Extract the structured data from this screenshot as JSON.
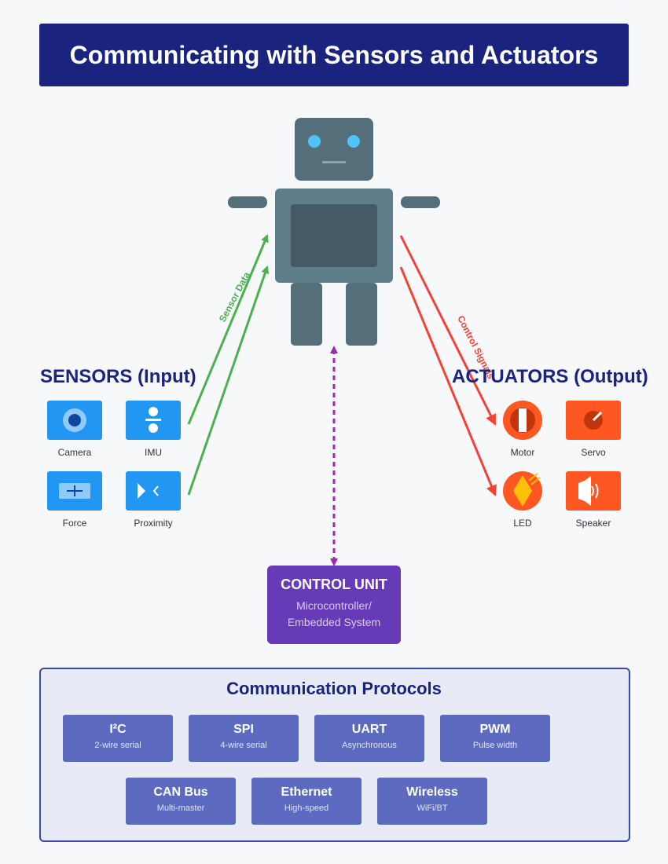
{
  "title": "Communicating with Sensors and Actuators",
  "sensors": {
    "heading": "SENSORS (Input)",
    "items": [
      {
        "label": "Camera",
        "icon": "camera-icon"
      },
      {
        "label": "IMU",
        "icon": "imu-icon"
      },
      {
        "label": "Force",
        "icon": "force-icon"
      },
      {
        "label": "Proximity",
        "icon": "proximity-icon"
      }
    ]
  },
  "actuators": {
    "heading": "ACTUATORS (Output)",
    "items": [
      {
        "label": "Motor",
        "icon": "motor-icon"
      },
      {
        "label": "Servo",
        "icon": "servo-icon"
      },
      {
        "label": "LED",
        "icon": "led-icon"
      },
      {
        "label": "Speaker",
        "icon": "speaker-icon"
      }
    ]
  },
  "arrows": {
    "sensor_label": "Sensor Data",
    "actuator_label": "Control Signals"
  },
  "control_unit": {
    "title": "CONTROL UNIT",
    "line1": "Microcontroller/",
    "line2": "Embedded System"
  },
  "protocols": {
    "title": "Communication Protocols",
    "items": [
      {
        "name": "I²C",
        "desc": "2-wire serial"
      },
      {
        "name": "SPI",
        "desc": "4-wire serial"
      },
      {
        "name": "UART",
        "desc": "Asynchronous"
      },
      {
        "name": "PWM",
        "desc": "Pulse width"
      },
      {
        "name": "CAN Bus",
        "desc": "Multi-master"
      },
      {
        "name": "Ethernet",
        "desc": "High-speed"
      },
      {
        "name": "Wireless",
        "desc": "WiFi/BT"
      }
    ]
  },
  "colors": {
    "title_bg": "#1a237e",
    "sensor_tile": "#2196f3",
    "actuator_tile": "#ff5722",
    "sensor_arrow": "#4caf50",
    "actuator_arrow": "#f44336",
    "control_unit": "#673ab7",
    "link_arrow": "#9c27b0",
    "protocol_tile": "#5c6bc0",
    "robot_body": "#546e7a"
  }
}
